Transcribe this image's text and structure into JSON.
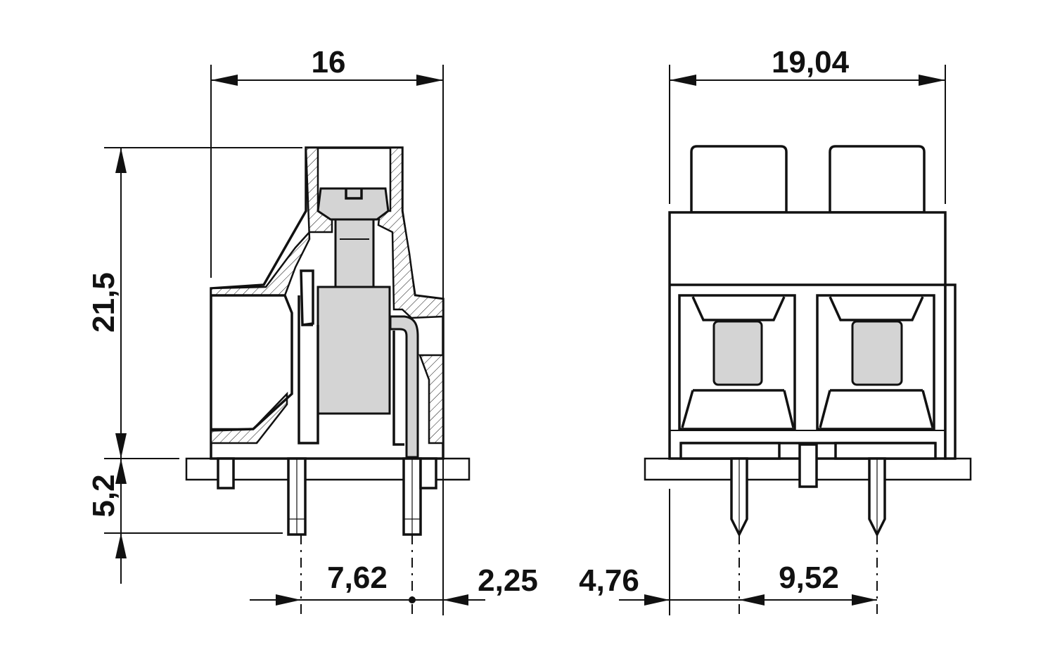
{
  "dimensions": {
    "side_width": "16",
    "front_width": "19,04",
    "height_total": "21,5",
    "pin_length": "5,2",
    "pin_spacing_side": "7,62",
    "offset_side": "2,25",
    "offset_front": "4,76",
    "pitch_front": "9,52"
  }
}
